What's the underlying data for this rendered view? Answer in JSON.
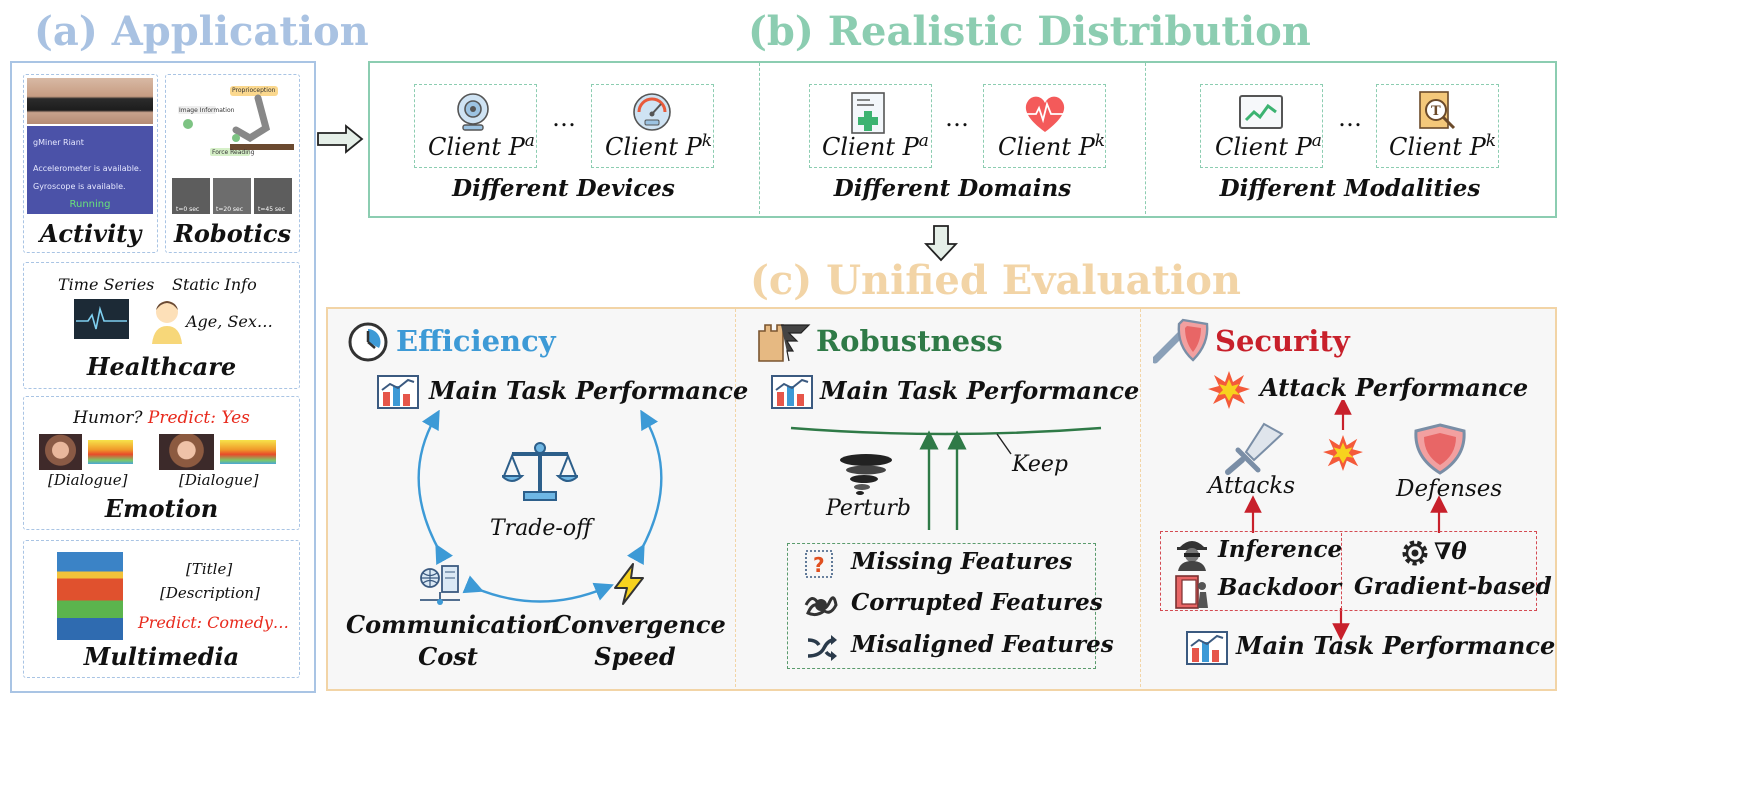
{
  "panel_a": {
    "title": "(a) Application",
    "activity": {
      "label": "Activity",
      "phone_app": "gMiner Riant",
      "line1": "Accelerometer is available.",
      "line2": "Gyroscope is available.",
      "status": "Running"
    },
    "robotics": {
      "label": "Robotics",
      "tag1": "Proprioception",
      "tag2": "Image Information",
      "tag3": "Force Reading",
      "times": [
        "t=0 sec",
        "t=20 sec",
        "t=45 sec"
      ]
    },
    "healthcare": {
      "label": "Healthcare",
      "time_series": "Time Series",
      "static_info": "Static Info",
      "static_value": "Age, Sex…"
    },
    "emotion": {
      "label": "Emotion",
      "question": "Humor?",
      "prediction": "Predict: Yes",
      "dialogue1": "[Dialogue]",
      "dialogue2": "[Dialogue]"
    },
    "multimedia": {
      "label": "Multimedia",
      "title_tag": "[Title]",
      "description_tag": "[Description]",
      "prediction": "Predict: Comedy…"
    }
  },
  "panel_b": {
    "title": "(b) Realistic Distribution",
    "ellipsis": "…",
    "client_prefix": "Client P",
    "sup_a": "a",
    "sup_k": "k",
    "groups": [
      {
        "label": "Different Devices",
        "icon_a": "webcam-icon",
        "icon_k": "speedometer-icon"
      },
      {
        "label": "Different Domains",
        "icon_a": "medical-document-icon",
        "icon_k": "heartbeat-icon"
      },
      {
        "label": "Different Modalities",
        "icon_a": "image-chart-icon",
        "icon_k": "text-search-icon"
      }
    ]
  },
  "panel_c": {
    "title": "(c) Unified Evaluation",
    "efficiency": {
      "title": "Efficiency",
      "main_task": "Main Task Performance",
      "tradeoff": "Trade-off",
      "comm_line1": "Communication",
      "comm_line2": "Cost",
      "conv_line1": "Convergence",
      "conv_line2": "Speed"
    },
    "robustness": {
      "title": "Robustness",
      "main_task": "Main Task Performance",
      "keep": "Keep",
      "perturb": "Perturb",
      "features": [
        "Missing Features",
        "Corrupted Features",
        "Misaligned Features"
      ]
    },
    "security": {
      "title": "Security",
      "attack_perf": "Attack Performance",
      "attacks": "Attacks",
      "defenses": "Defenses",
      "inference": "Inference",
      "backdoor": "Backdoor",
      "grad_symbol": "∇θ",
      "gradient_based": "Gradient-based",
      "main_task": "Main Task Performance"
    }
  },
  "colors": {
    "panel_a_title": "#a9c2e2",
    "panel_b_title": "#8ccdb1",
    "panel_c_title": "#f2d4a6",
    "efficiency": "#3d9ad6",
    "robustness": "#2f7a47",
    "security": "#c8202b",
    "prediction_red": "#e8291c"
  }
}
